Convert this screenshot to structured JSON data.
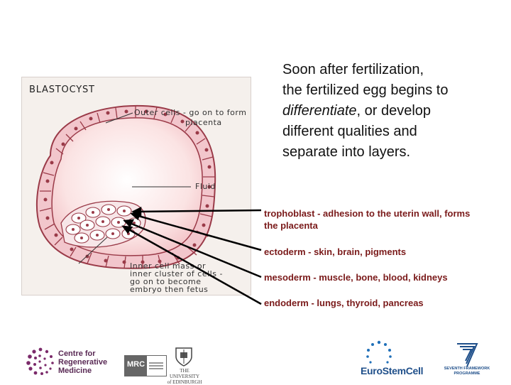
{
  "diagram": {
    "title": "BLASTOCYST",
    "outer_cells_label_line1": "Outer cells - go on to form",
    "outer_cells_label_line2": "placenta",
    "fluid_label": "Fluid",
    "inner_mass_line1": "Inner cell mass or",
    "inner_mass_line2": "inner cluster of cells -",
    "inner_mass_line3": "go on to become",
    "inner_mass_line4": "embryo then fetus"
  },
  "intro": {
    "line1": "Soon after fertilization,",
    "line2": "the fertilized egg begins to",
    "line3_em": "differentiate",
    "line3_rest": ", or develop",
    "line4": "different qualities and",
    "line5": "separate into layers."
  },
  "layers": {
    "trophoblast_line1": "trophoblast - adhesion to the uterin wall, forms",
    "trophoblast_line2": "the placenta",
    "ectoderm": "ectoderm - skin, brain, pigments",
    "mesoderm": "mesoderm - muscle, bone, blood, kidneys",
    "endoderm": "endoderm - lungs, thyroid, pancreas"
  },
  "logos": {
    "crm_line1": "Centre for",
    "crm_line2": "Regenerative",
    "crm_line3": "Medicine",
    "mrc": "MRC",
    "edinburgh_line1": "THE UNIVERSITY",
    "edinburgh_line2": "of EDINBURGH",
    "eurostemcell": "EuroStemCell",
    "fp7_line1": "SEVENTH FRAMEWORK",
    "fp7_line2": "PROGRAMME"
  },
  "colors": {
    "accent_text": "#7a1a1a",
    "cell_fill": "#f2c6cc",
    "cell_stroke": "#9a3a48",
    "crm_purple": "#7b2a6a",
    "eurostem_blue": "#1f6fb8"
  }
}
